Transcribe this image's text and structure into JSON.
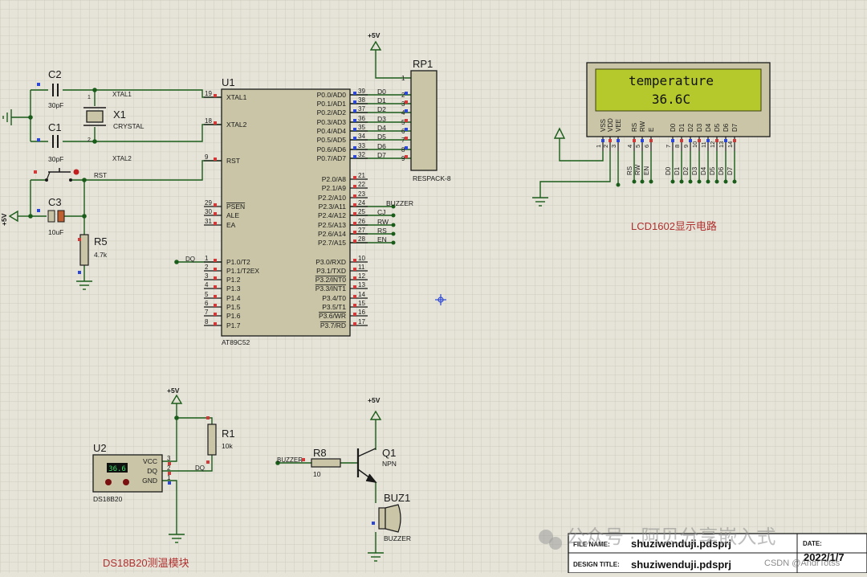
{
  "mcu": {
    "ref": "U1",
    "part": "AT89C52",
    "left_pins": [
      {
        "num": "19",
        "name": "XTAL1"
      },
      {
        "num": "18",
        "name": "XTAL2"
      },
      {
        "num": "9",
        "name": "RST"
      },
      {
        "num": "29",
        "name": "PSEN"
      },
      {
        "num": "30",
        "name": "ALE"
      },
      {
        "num": "31",
        "name": "EA"
      },
      {
        "num": "1",
        "name": "P1.0/T2"
      },
      {
        "num": "2",
        "name": "P1.1/T2EX"
      },
      {
        "num": "3",
        "name": "P1.2"
      },
      {
        "num": "4",
        "name": "P1.3"
      },
      {
        "num": "5",
        "name": "P1.4"
      },
      {
        "num": "6",
        "name": "P1.5"
      },
      {
        "num": "7",
        "name": "P1.6"
      },
      {
        "num": "8",
        "name": "P1.7"
      }
    ],
    "right_pins": [
      {
        "num": "39",
        "name": "P0.0/AD0"
      },
      {
        "num": "38",
        "name": "P0.1/AD1"
      },
      {
        "num": "37",
        "name": "P0.2/AD2"
      },
      {
        "num": "36",
        "name": "P0.3/AD3"
      },
      {
        "num": "35",
        "name": "P0.4/AD4"
      },
      {
        "num": "34",
        "name": "P0.5/AD5"
      },
      {
        "num": "33",
        "name": "P0.6/AD6"
      },
      {
        "num": "32",
        "name": "P0.7/AD7"
      },
      {
        "num": "21",
        "name": "P2.0/A8"
      },
      {
        "num": "22",
        "name": "P2.1/A9"
      },
      {
        "num": "23",
        "name": "P2.2/A10"
      },
      {
        "num": "24",
        "name": "P2.3/A11"
      },
      {
        "num": "25",
        "name": "P2.4/A12"
      },
      {
        "num": "26",
        "name": "P2.5/A13"
      },
      {
        "num": "27",
        "name": "P2.6/A14"
      },
      {
        "num": "28",
        "name": "P2.7/A15"
      },
      {
        "num": "10",
        "name": "P3.0/RXD"
      },
      {
        "num": "11",
        "name": "P3.1/TXD"
      },
      {
        "num": "12",
        "name": "P3.2/INT0"
      },
      {
        "num": "13",
        "name": "P3.3/INT1"
      },
      {
        "num": "14",
        "name": "P3.4/T0"
      },
      {
        "num": "15",
        "name": "P3.5/T1"
      },
      {
        "num": "16",
        "name": "P3.6/WR"
      },
      {
        "num": "17",
        "name": "P3.7/RD"
      }
    ],
    "data_labels": [
      "D0",
      "D1",
      "D2",
      "D3",
      "D4",
      "D5",
      "D6",
      "D7"
    ],
    "p2_labels": [
      "BUZZER",
      "CJ",
      "RW",
      "RS",
      "EN"
    ]
  },
  "net_labels": {
    "xtal1": "XTAL1",
    "xtal2": "XTAL2",
    "rst": "RST",
    "dq": "DQ",
    "dq2": "DQ",
    "buzzer_in": "BUZZER"
  },
  "power_labels": {
    "rp1": "+5V",
    "c3": "+5V",
    "r1": "+5V",
    "q1": "+5V"
  },
  "components": {
    "c2": {
      "ref": "C2",
      "value": "30pF"
    },
    "c1": {
      "ref": "C1",
      "value": "30pF"
    },
    "x1": {
      "ref": "X1",
      "value": "CRYSTAL"
    },
    "c3": {
      "ref": "C3",
      "value": "10uF"
    },
    "r5": {
      "ref": "R5",
      "value": "4.7k"
    },
    "r1": {
      "ref": "R1",
      "value": "10k"
    },
    "r8": {
      "ref": "R8",
      "value": "10"
    },
    "q1": {
      "ref": "Q1",
      "value": "NPN"
    },
    "buz1": {
      "ref": "BUZ1",
      "value": "BUZZER"
    },
    "rp1": {
      "ref": "RP1",
      "value": "RESPACK-8",
      "pins": [
        "1",
        "2",
        "3",
        "4",
        "5",
        "6",
        "7",
        "8",
        "9"
      ]
    }
  },
  "ds18b20": {
    "ref": "U2",
    "part": "DS18B20",
    "display": "36.6",
    "pin_names": [
      "VCC",
      "DQ",
      "GND"
    ],
    "pin_nums": [
      "3",
      "2",
      "1"
    ]
  },
  "lcd": {
    "line1": "temperature",
    "line2": "36.6C",
    "pin_names": [
      "VSS",
      "VDD",
      "VEE",
      "RS",
      "RW",
      "E",
      "D0",
      "D1",
      "D2",
      "D3",
      "D4",
      "D5",
      "D6",
      "D7"
    ],
    "pin_nums": [
      "1",
      "2",
      "3",
      "4",
      "5",
      "6",
      "7",
      "8",
      "9",
      "10",
      "11",
      "12",
      "13",
      "14"
    ],
    "net_names": [
      "RS",
      "RW",
      "EN",
      "D0",
      "D1",
      "D2",
      "D3",
      "D4",
      "D5",
      "D6",
      "D7"
    ]
  },
  "captions": {
    "lcd": "LCD1602显示电路",
    "ds18b20": "DS18B20测温模块"
  },
  "title_block": {
    "file_label": "FILE NAME:",
    "file_value": "shuziwenduji.pdsprj",
    "design_label": "DESIGN TITLE:",
    "design_value": "shuziwenduji.pdsprj",
    "date_label": "DATE:",
    "date_value": "2022/1/7"
  },
  "watermarks": {
    "wechat": "公众号 · 阿贝分享嵌入式",
    "csdn": "CSDN @AndrTotss"
  },
  "colors": {
    "background": "#e6e4d8",
    "wire": "#1a5c1a",
    "component_body": "#c9c5a6",
    "ref_text": "#1a1a1a",
    "caption_text": "#b03030",
    "lcd_screen": "#b5c92d",
    "pin_red": "#d23a3a",
    "pin_blue": "#2c46d6"
  }
}
